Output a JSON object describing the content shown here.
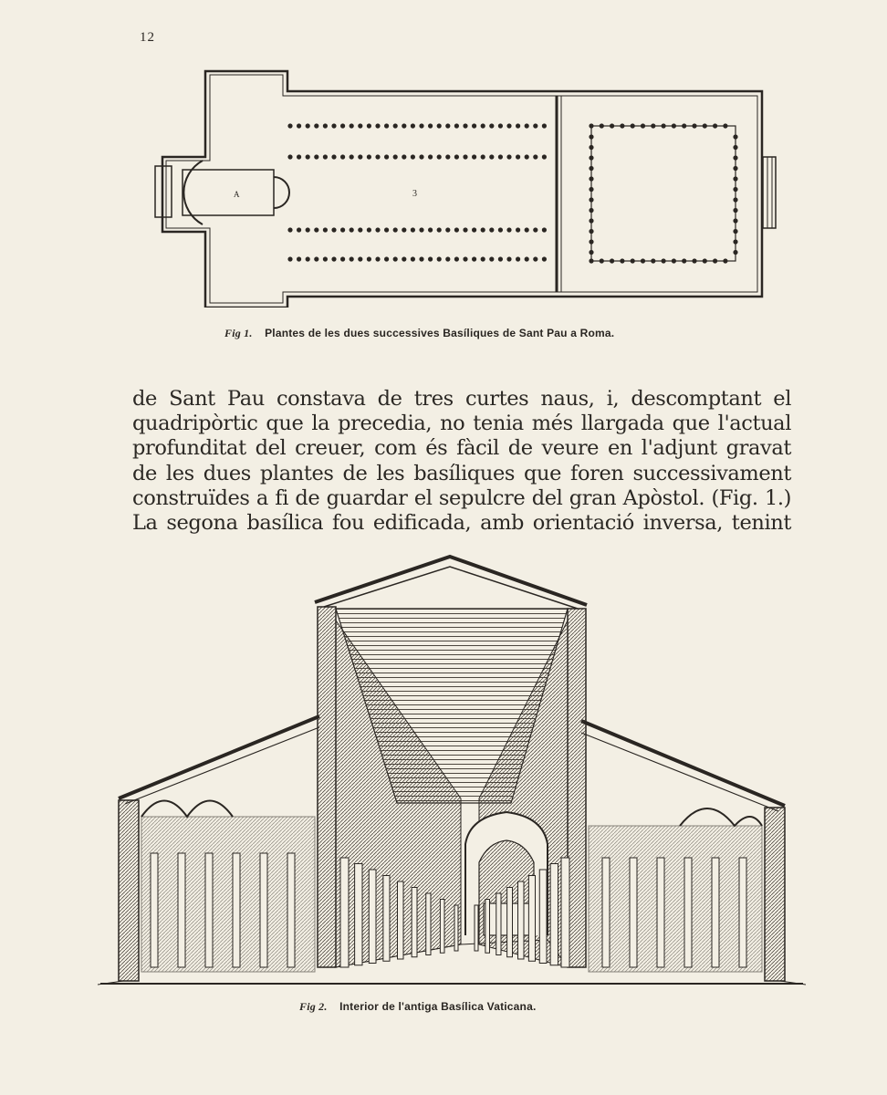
{
  "page": {
    "number": "12"
  },
  "figure1": {
    "label": "Fig 1.",
    "caption": "Plantes de les dues successives Basíliques de Sant Pau a Roma.",
    "marks": {
      "apse_letter": "A",
      "nave_number": "3"
    }
  },
  "paragraph": {
    "lines": [
      "de Sant Pau constava de tres curtes naus, i, descomptant el",
      "quadripòrtic que la precedia, no tenia més llargada que l'actual",
      "profunditat del creuer, com és fàcil de veure en l'adjunt gravat",
      "de les dues plantes de les basíliques que foren successivament",
      "construïdes a fi de guardar el sepulcre del gran Apòstol. (Fig. 1.)",
      "La segona basílica fou edificada, amb orientació inversa, tenint"
    ]
  },
  "figure2": {
    "label": "Fig 2.",
    "caption": "Interior de l'antiga Basílica Vaticana."
  }
}
